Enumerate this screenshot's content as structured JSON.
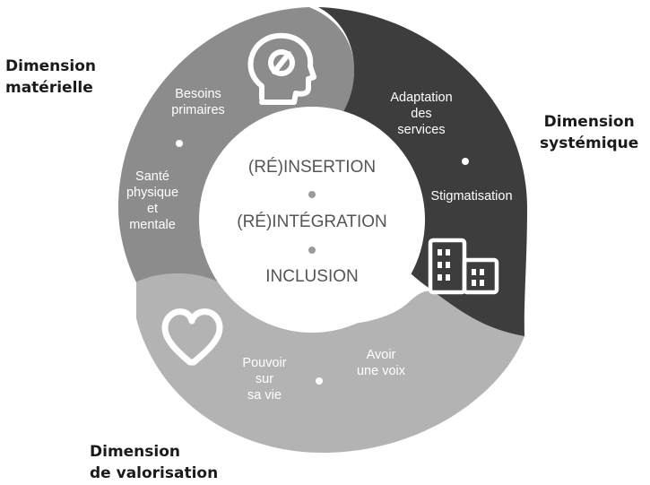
{
  "dimensions": {
    "materielle": {
      "line1": "Dimension",
      "line2": "matérielle"
    },
    "systemique": {
      "line1": "Dimension",
      "line2": "systémique"
    },
    "valorisation": {
      "line1": "Dimension",
      "line2": "de valorisation"
    }
  },
  "materielle_items": {
    "besoins": {
      "line1": "Besoins",
      "line2": "primaires"
    },
    "sante": {
      "line1": "Santé",
      "line2": "physique",
      "line3": "et",
      "line4": "mentale"
    }
  },
  "systemique_items": {
    "adaptation": {
      "line1": "Adaptation",
      "line2": "des",
      "line3": "services"
    },
    "stigmatisation": "Stigmatisation"
  },
  "valorisation_items": {
    "pouvoir": {
      "line1": "Pouvoir",
      "line2": "sur",
      "line3": "sa vie"
    },
    "voix": {
      "line1": "Avoir",
      "line2": "une voix"
    }
  },
  "center": {
    "line1": "(RÉ)INSERTION",
    "line2": "(RÉ)INTÉGRATION",
    "line3": "INCLUSION"
  },
  "icons": [
    "head-mind-icon",
    "buildings-icon",
    "heart-icon"
  ],
  "colors": {
    "materielle": "#8c8c8c",
    "systemique": "#3d3d3d",
    "valorisation": "#b3b3b3",
    "center_bg": "#ffffff",
    "center_text": "#555555"
  }
}
